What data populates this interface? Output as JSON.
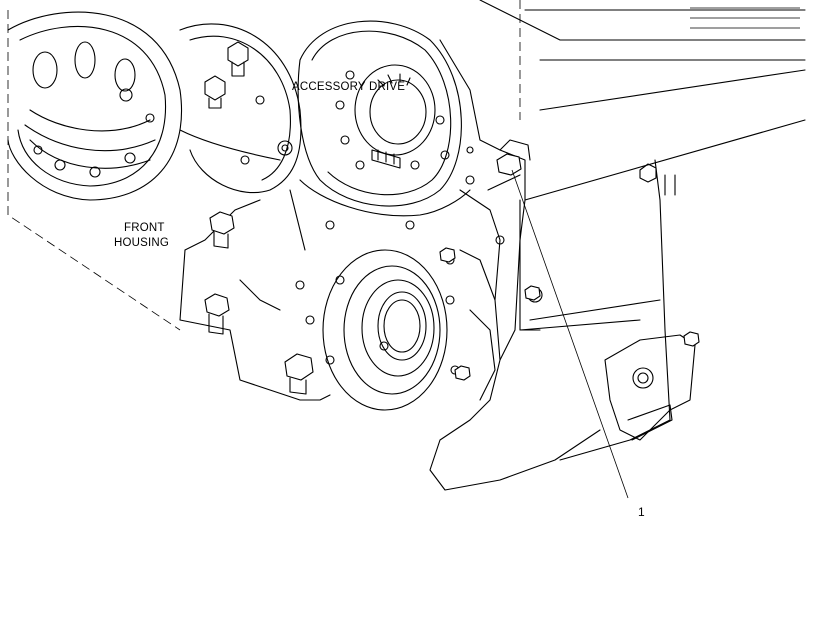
{
  "labels": {
    "accessory_drive": "ACCESSORY DRIVE",
    "front_housing_line1": "FRONT",
    "front_housing_line2": "HOUSING"
  },
  "callouts": [
    {
      "number": "1"
    }
  ],
  "colors": {
    "line": "#000000",
    "background": "#ffffff"
  }
}
